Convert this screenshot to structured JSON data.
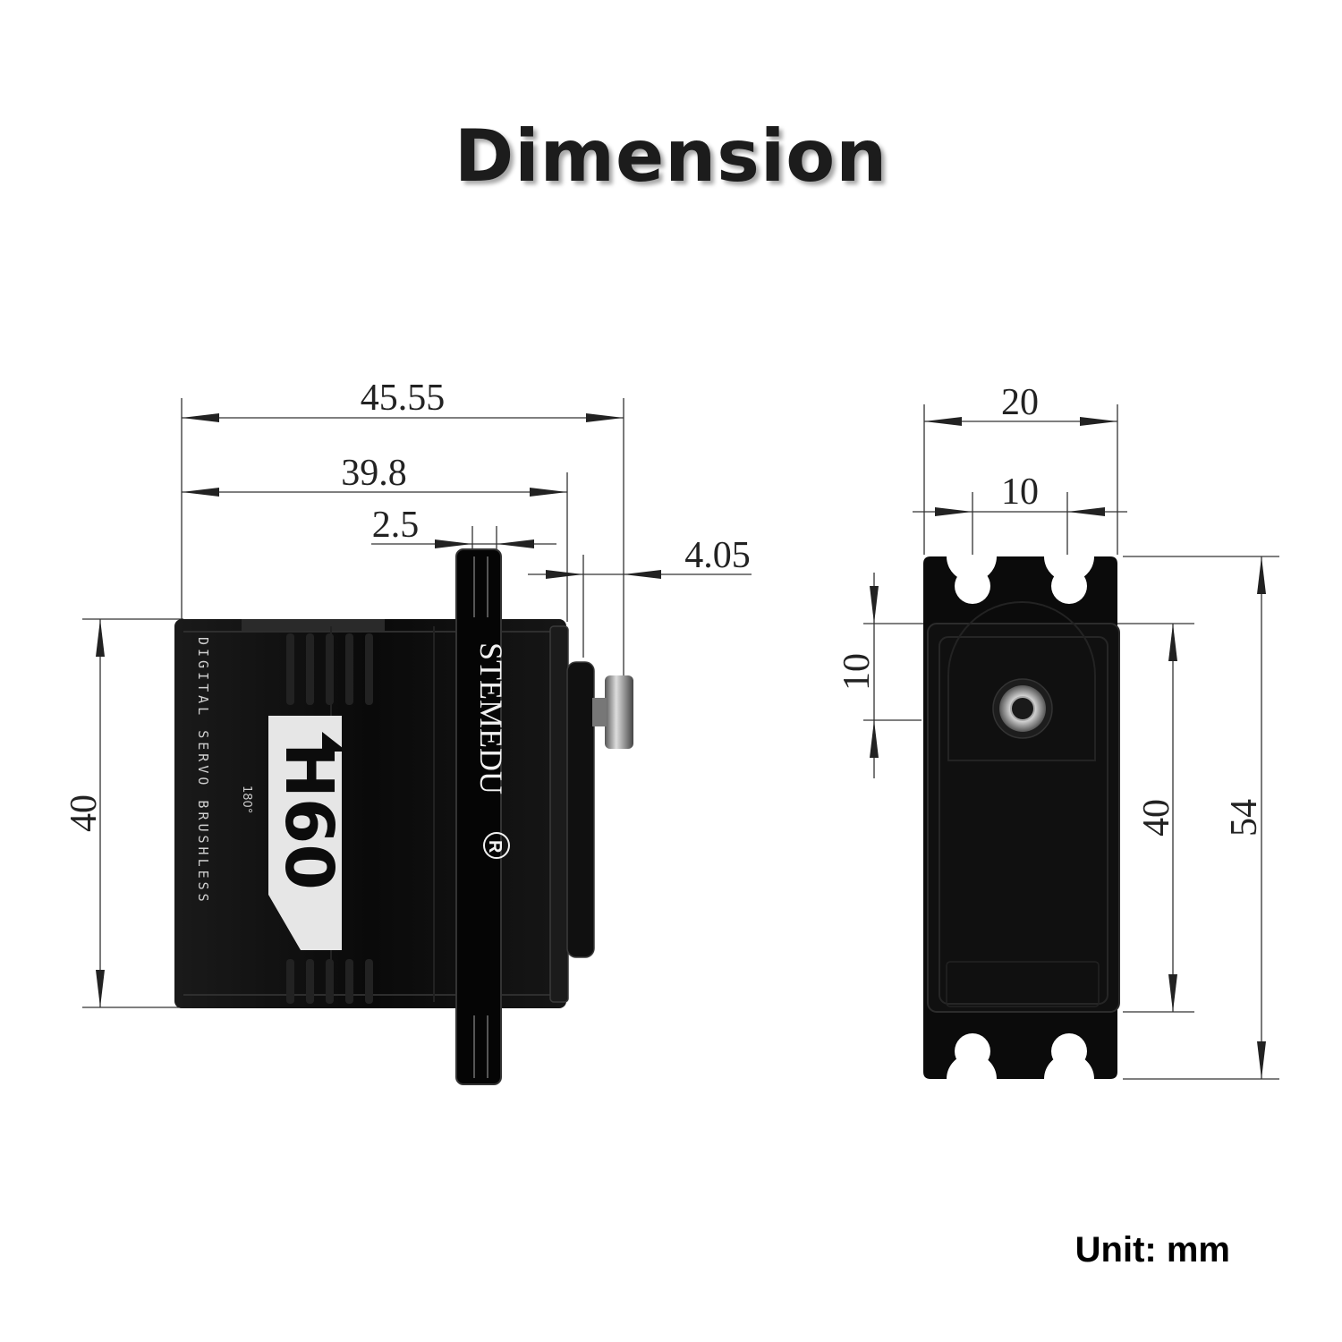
{
  "title": "Dimension",
  "unit_label": "Unit: mm",
  "side_view": {
    "dimensions": {
      "overall_length": "45.55",
      "body_length": "39.8",
      "flange_thickness": "2.5",
      "spline_offset": "4.05",
      "body_height": "40"
    },
    "brand": "STEMEDU",
    "registered_mark": "R",
    "logo_model": "H60",
    "logo_caption": "180°",
    "body_text": "DIGITAL SERVO BRUSHLESS"
  },
  "top_view": {
    "dimensions": {
      "width": "20",
      "hole_spacing": "10",
      "flange_offset": "10",
      "body_length": "40",
      "overall_length": "54"
    }
  },
  "colors": {
    "body": "#0c0c0c",
    "line": "#333333",
    "title_shadow": "#888888"
  }
}
